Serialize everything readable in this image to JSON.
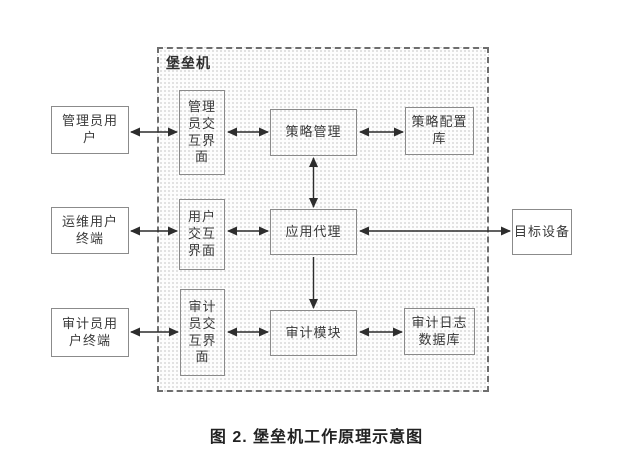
{
  "diagram": {
    "caption": "图 2. 堡垒机工作原理示意图",
    "bastion_zone": {
      "label": "堡垒机"
    },
    "external": {
      "admin_user": "管理员用\n户",
      "ops_user": "运维用户\n终端",
      "auditor_user": "审计员用\n户终端",
      "target_device": "目标设备"
    },
    "interfaces": {
      "admin_interface": "管理\n员交\n互界\n面",
      "user_interface": "用户\n交互\n界面",
      "auditor_interface": "审计\n员交\n互界\n面"
    },
    "modules": {
      "policy_management": "策略管理",
      "app_proxy": "应用代理",
      "audit_module": "审计模块"
    },
    "stores": {
      "policy_config_db": "策略配置\n库",
      "audit_log_db": "审计日志\n数据库"
    },
    "colors": {
      "box_border": "#8b8b8b",
      "dashed_border": "#6e6e6e",
      "arrow": "#2d2d2d",
      "text": "#3a3a3a",
      "zone_dot_texture": "#d9d9d9"
    }
  }
}
